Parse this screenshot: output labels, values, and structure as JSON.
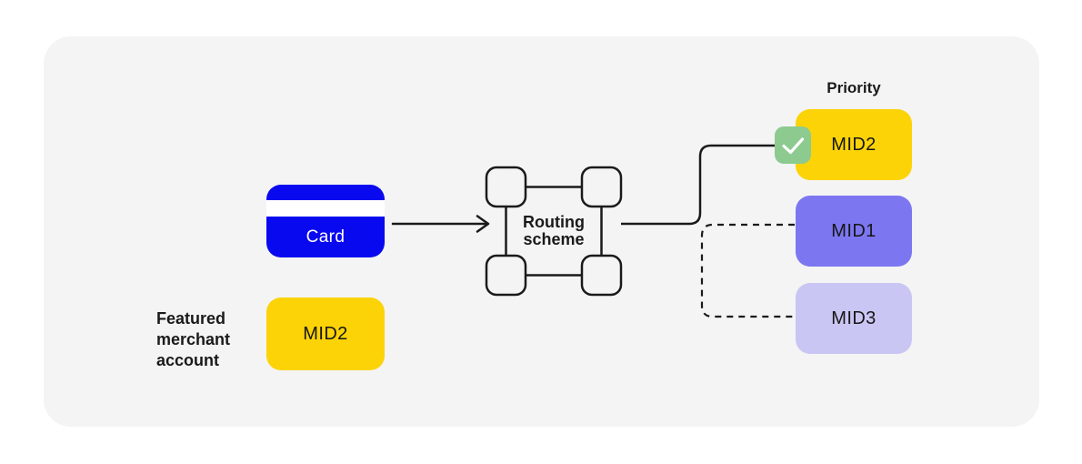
{
  "card": {
    "label": "Card"
  },
  "featured": {
    "label": "Featured\nmerchant\naccount",
    "mid": "MID2"
  },
  "routing": {
    "label": "Routing\nscheme"
  },
  "priority": {
    "title": "Priority",
    "items": [
      {
        "label": "MID2",
        "selected": true
      },
      {
        "label": "MID1",
        "selected": false
      },
      {
        "label": "MID3",
        "selected": false
      }
    ]
  },
  "icons": {
    "check_icon": "✓",
    "arrow_right_icon": "→"
  },
  "colors": {
    "panel_gray": "#f4f4f4",
    "card_blue": "#0909f0",
    "mid_yellow": "#fcd307",
    "mid_purple": "#7c77f1",
    "mid_light_purple": "#c9c6f3",
    "check_green": "#8cca90",
    "line_black": "#1a1a1a"
  }
}
